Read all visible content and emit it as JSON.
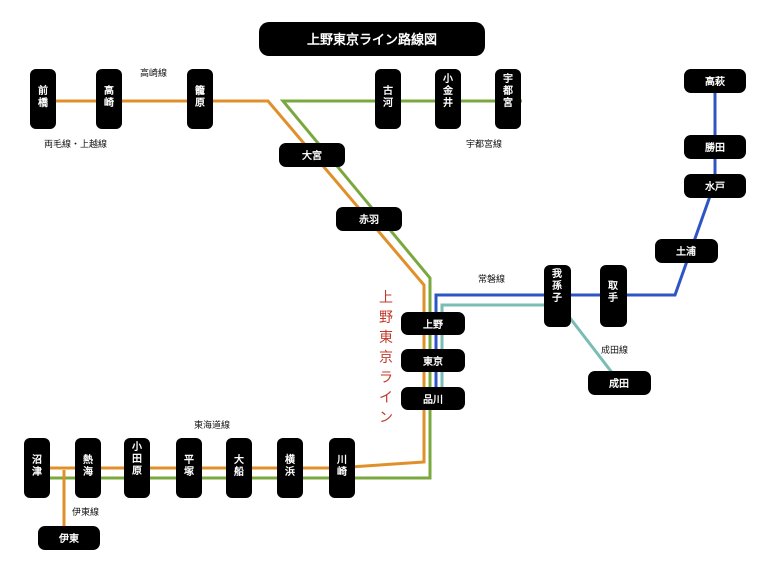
{
  "title": "上野東京ライン路線図",
  "vertical_label": "上野東京ライン",
  "colors": {
    "takasaki": "#e0902a",
    "utsunomiya": "#7aa83e",
    "joban": "#2f55c4",
    "narita": "#79bdb5",
    "station_bg": "#000000",
    "label_red": "#c0392b"
  },
  "line_labels": {
    "takasaki": "高崎線",
    "ryomo_joetsu": "両毛線・上越線",
    "utsunomiya": "宇都宮線",
    "joban": "常磐線",
    "narita": "成田線",
    "tokaido": "東海道線",
    "ito": "伊東線"
  },
  "stations": {
    "maebashi": "前橋",
    "takasaki": "高崎",
    "kagohara": "籠原",
    "koga": "古河",
    "oyama": "小金井",
    "utsunomiya": "宇都宮",
    "omiya": "大宮",
    "akabane": "赤羽",
    "ueno": "上野",
    "tokyo": "東京",
    "shinagawa": "品川",
    "abiko": "我孫子",
    "toride": "取手",
    "tsuchiura": "土浦",
    "mito": "水戸",
    "katsuta": "勝田",
    "takahagi": "高萩",
    "narita": "成田",
    "numazu": "沼津",
    "atami": "熱海",
    "odawara": "小田原",
    "hiratsuka": "平塚",
    "ofuna": "大船",
    "yokohama": "横浜",
    "kawasaki": "川崎",
    "ito": "伊東"
  }
}
